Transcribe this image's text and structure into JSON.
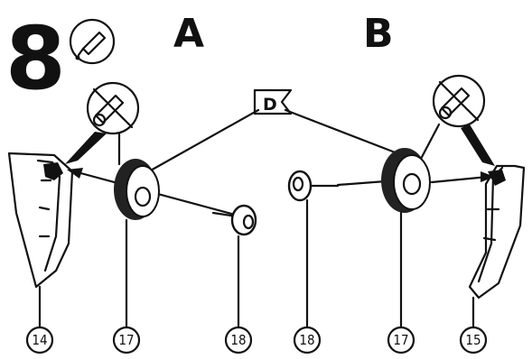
{
  "step": {
    "number": "8"
  },
  "panels": {
    "left_label": "A",
    "right_label": "B"
  },
  "paint_code": "D",
  "parts": {
    "left": [
      "14",
      "17",
      "18"
    ],
    "right": [
      "18",
      "17",
      "15"
    ]
  },
  "icons": [
    "glue-bottle-icon",
    "no-glue-icon",
    "no-glue-icon",
    "paint-flag-icon"
  ],
  "colors": {
    "ink": "#111111",
    "paper": "#ffffff"
  }
}
